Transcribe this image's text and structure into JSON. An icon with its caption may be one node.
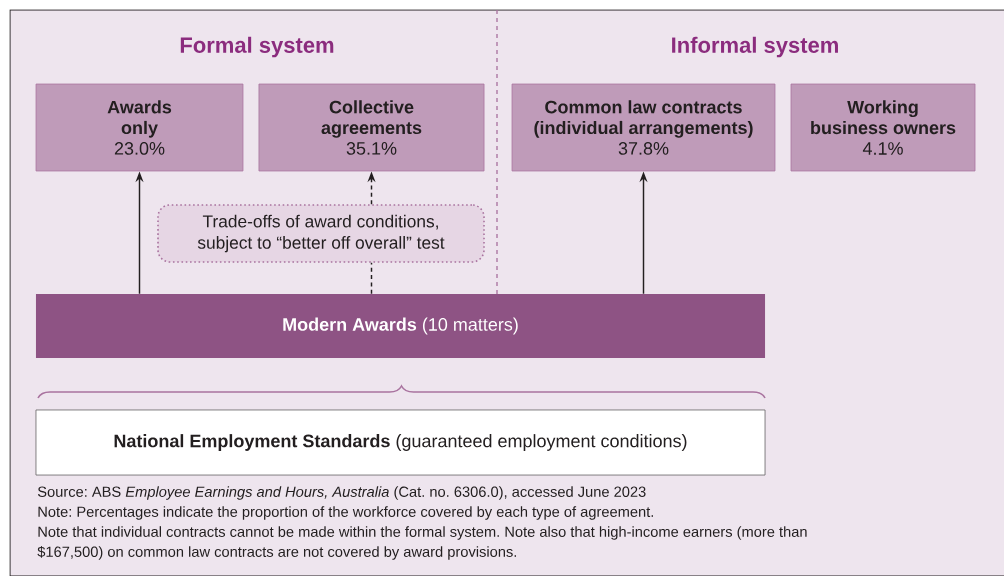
{
  "diagram": {
    "nodes": [
      {
        "text": [
          "Awards only",
          "23.0%"
        ]
      },
      {
        "text": [
          "Collective agreements",
          "35.1%"
        ]
      },
      {
        "text": [
          "Common law contracts (individual arrangements)",
          "37.8%"
        ]
      },
      {
        "text": [
          "Working business owners",
          "4.1%"
        ]
      },
      {
        "text": [
          "Trade-offs of award conditions, subject to “better off overall” test"
        ]
      },
      {
        "text": [
          "**Modern Awards** (10 matters)"
        ]
      },
      {
        "text": [
          "**National Employment Standards** (guaranteed employment conditions)"
        ]
      }
    ],
    "edges": [
      {
        "from": 5,
        "to": 0,
        "arrow": "to"
      },
      {
        "from": 5,
        "to": 4,
        "arrow": "none",
        "style": "dashed"
      },
      {
        "from": 4,
        "to": 1,
        "arrow": "to",
        "style": "dashed"
      },
      {
        "from": 5,
        "to": 2,
        "arrow": "to"
      }
    ],
    "labels": [
      "Formal system",
      "Informal system",
      "Source: ABS *Employee Earnings and Hours, Australia* (Cat. no. 6306.0), accessed June 2023",
      "Note: Percentages indicate the proportion of the workforce covered by each type of agreement.",
      "Note that individual contracts cannot be made within the formal system. Note also that high-income earners (more than $167,500) on common law contracts are not covered by award provisions."
    ]
  }
}
